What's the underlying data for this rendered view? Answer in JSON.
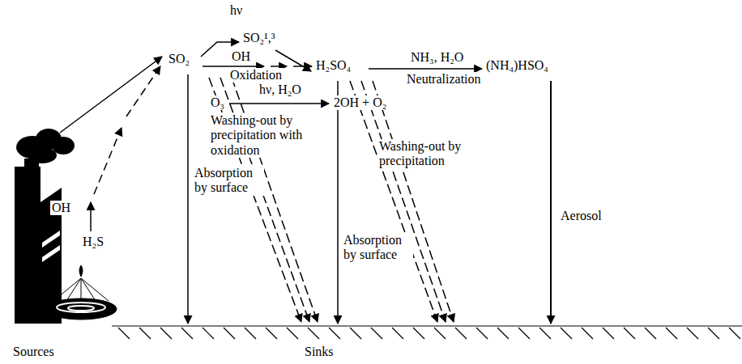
{
  "diagram": {
    "labels": [
      "hν",
      "SO₂¹,³",
      "SO₂",
      "OH",
      "Oxidation",
      "H₂SO₄",
      "NH₃, H₂O",
      "Neutralization",
      "(NH₄)HSO₄",
      "O₃",
      "hν, H₂O",
      "2OH + O₂",
      "Washing-out by precipitation with oxidation",
      "Absorption by surface",
      "Washing-out by precipitation",
      "Absorption by surface",
      "Aerosol",
      "OH",
      "H₂S",
      "Sources",
      "Sinks"
    ]
  }
}
